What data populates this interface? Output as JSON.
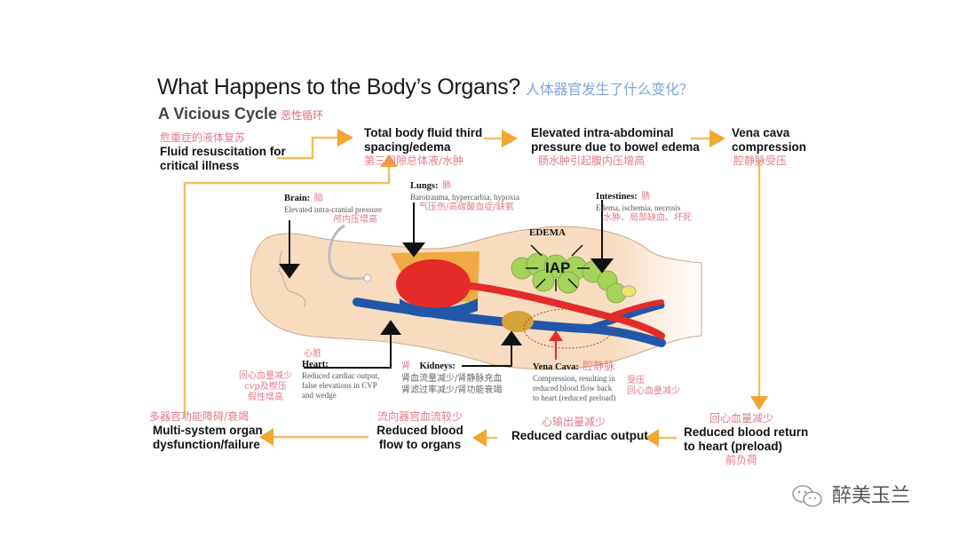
{
  "header": {
    "title": "What Happens to the Body’s Organs?",
    "title_cn": "人体器官发生了什么变化？",
    "subtitle": "A Vicious Cycle",
    "subtitle_cn": "恶性循环"
  },
  "cycle": [
    {
      "id": "fluid-resuscitation",
      "cn": "危重症的液体复苏",
      "lines": [
        "Fluid resuscitation for",
        "critical illness"
      ]
    },
    {
      "id": "third-spacing",
      "cn": "第三间隙总体液/水肿",
      "lines": [
        "Total body fluid third",
        "spacing/edema"
      ]
    },
    {
      "id": "elevated-iap",
      "cn": "肠水肿引起腹内压增高",
      "lines": [
        "Elevated intra-abdominal",
        "pressure due to bowel edema"
      ]
    },
    {
      "id": "vena-cava-compression",
      "cn": "腔静脉受压",
      "lines": [
        "Vena cava",
        "compression"
      ]
    },
    {
      "id": "reduced-preload",
      "cn": "回心血量减少",
      "cn_after": "前负荷",
      "lines": [
        "Reduced blood return",
        "to heart (preload)"
      ]
    },
    {
      "id": "reduced-cardiac-output",
      "cn": "心输出量减少",
      "lines": [
        "Reduced cardiac output"
      ]
    },
    {
      "id": "reduced-organ-flow",
      "cn": "流向器官血流较少",
      "lines": [
        "Reduced blood",
        "flow to organs"
      ]
    },
    {
      "id": "mods",
      "cn": "多器官功能障碍/衰竭",
      "lines": [
        "Multi-system organ",
        "dysfunction/failure"
      ]
    }
  ],
  "organs": {
    "brain": {
      "label": "Brain:",
      "cn": "脑",
      "desc": "Elevated intra-cranial pressure",
      "desc_cn": "颅内压增高"
    },
    "lungs": {
      "label": "Lungs:",
      "cn": "肺",
      "desc": "Barotrauma, hypercarbia, hypoxia",
      "desc_cn": "气压伤/高碳酸血症/缺氧"
    },
    "intestines": {
      "label": "Intestines:",
      "cn": "肠",
      "desc": "Edema, ischemia, necrosis",
      "desc_cn": "水肿、局部缺血、坏死"
    },
    "heart": {
      "label": "Heart:",
      "cn": "心脏",
      "desc": [
        "Reduced cardiac output,",
        "false elevations in CVP",
        "and wedge"
      ],
      "desc_cn": [
        "回心血量减少",
        "cvp及楔压",
        "假性增高"
      ]
    },
    "kidneys": {
      "label": "Kidneys:",
      "cn": "肾",
      "desc_cn": [
        "肾血流量减少/肾静脉充血",
        "肾滤过率减少/肾功能衰竭"
      ]
    },
    "vena_cava": {
      "label": "Vena Cava:",
      "cn": "腔静脉",
      "desc": [
        "Compression, resulting in",
        "reduced blood flow back",
        "to heart (reduced preload)"
      ],
      "desc_cn": [
        "受压",
        "回心血量减少"
      ]
    }
  },
  "illustration": {
    "edema_label": "EDEMA",
    "iap_label": "IAP"
  },
  "colors": {
    "arrow": "#f2a531",
    "line": "#f0c060",
    "cn_text": "#e27a87",
    "artery": "#e52a2a",
    "vein": "#2157a8",
    "body": "#f8dcc0",
    "bowel": "#a6d35c",
    "lung": "#f1a944"
  },
  "watermark": {
    "text": "醉美玉兰",
    "icon": "wechat-icon"
  }
}
